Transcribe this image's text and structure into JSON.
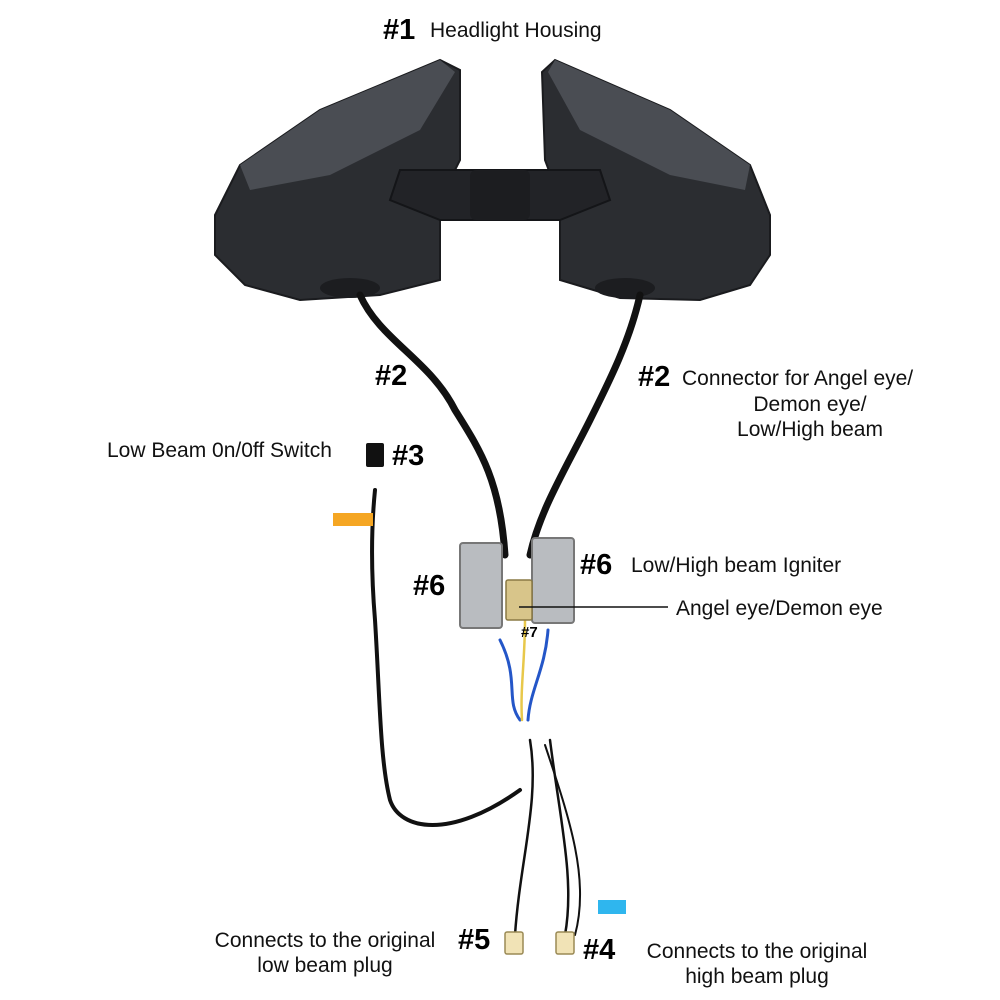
{
  "title": {
    "number": "#1",
    "text": "Headlight Housing"
  },
  "parts": {
    "connector_left": {
      "number": "#2"
    },
    "connector_right": {
      "number": "#2",
      "lines": [
        "Connector for Angel eye/",
        "Demon eye/",
        "Low/High beam"
      ]
    },
    "switch": {
      "number": "#3",
      "text": "Low Beam 0n/0ff Switch"
    },
    "high_plug": {
      "number": "#4",
      "lines": [
        "Connects to the original",
        "high beam plug"
      ]
    },
    "low_plug": {
      "number": "#5",
      "lines": [
        "Connects to the original",
        "low beam plug"
      ]
    },
    "igniter_left": {
      "number": "#6"
    },
    "igniter_right": {
      "number": "#6",
      "text": "Low/High beam Igniter"
    },
    "angel_module": {
      "number": "#7",
      "text": "Angel eye/Demon eye"
    }
  },
  "colors": {
    "housing": "#2b2d31",
    "housing_light": "#5a5d63",
    "cable": "#111111",
    "igniter": "#b9bcc0",
    "tag_orange": "#f5a623",
    "tag_blue": "#2fb6ee",
    "wire_blue": "#2456c8",
    "wire_yellow": "#e8c84a"
  }
}
